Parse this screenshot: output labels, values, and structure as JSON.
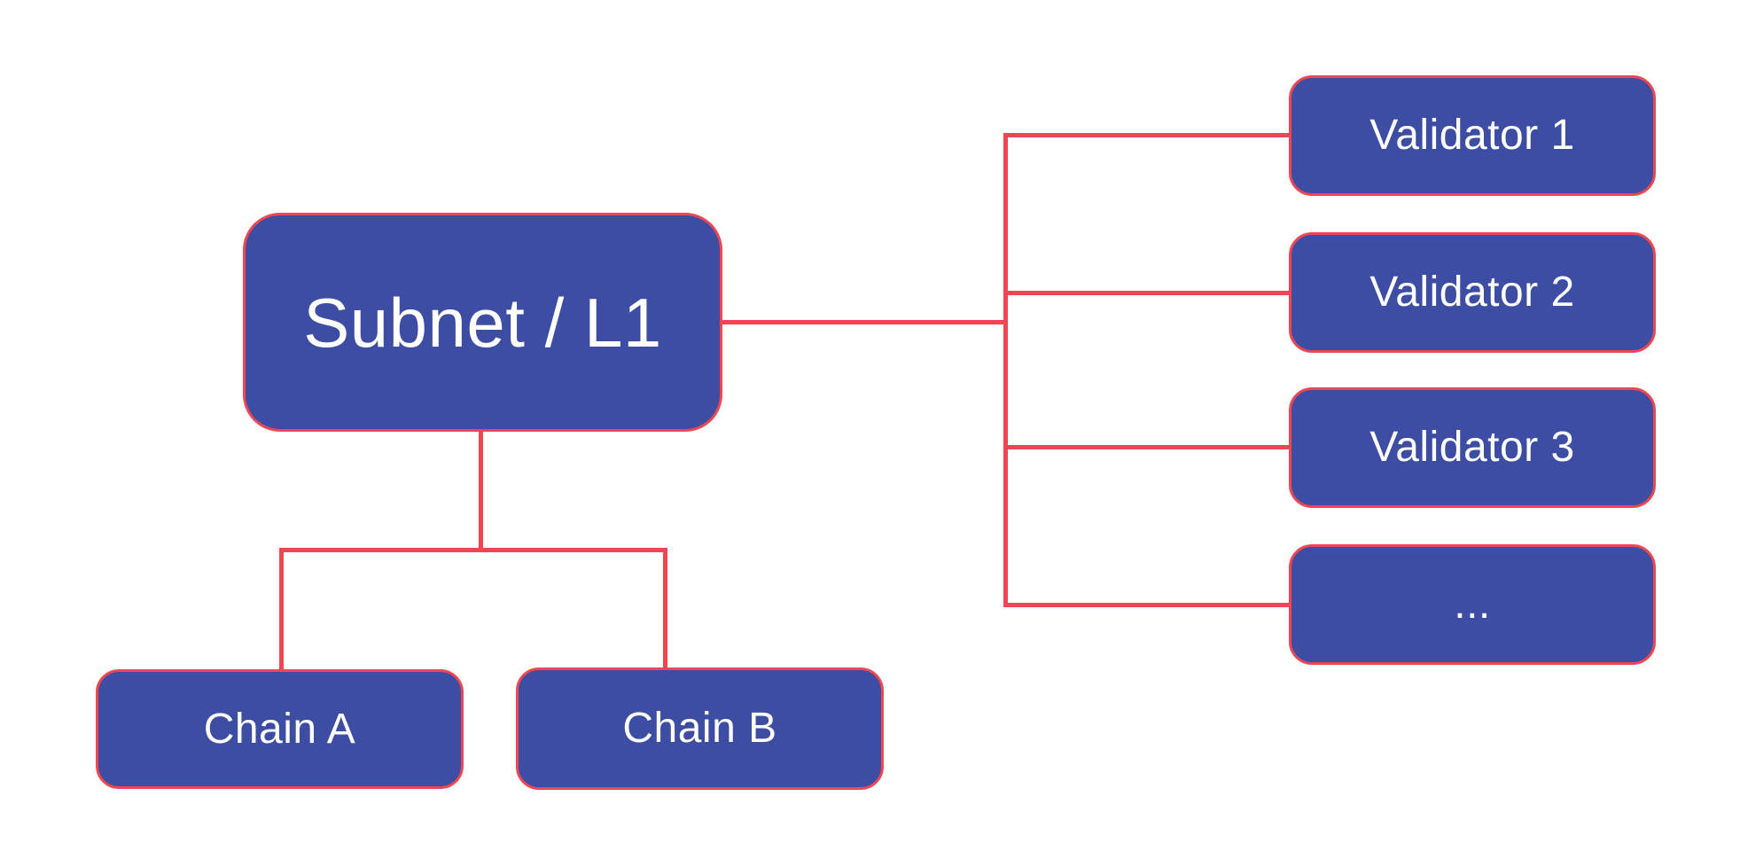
{
  "diagram": {
    "title": "Subnet / L1 validators and chains diagram",
    "colors": {
      "background": "#ffffff",
      "node_fill": "#3C4DA3",
      "node_border": "#EE4753",
      "connector": "#EE4753",
      "node_text": "#ffffff"
    },
    "nodes": {
      "subnet": {
        "label": "Subnet / L1"
      },
      "chain_a": {
        "label": "Chain A"
      },
      "chain_b": {
        "label": "Chain B"
      },
      "validator_1": {
        "label": "Validator 1"
      },
      "validator_2": {
        "label": "Validator 2"
      },
      "validator_3": {
        "label": "Validator 3"
      },
      "more_validators": {
        "label": "..."
      }
    }
  }
}
